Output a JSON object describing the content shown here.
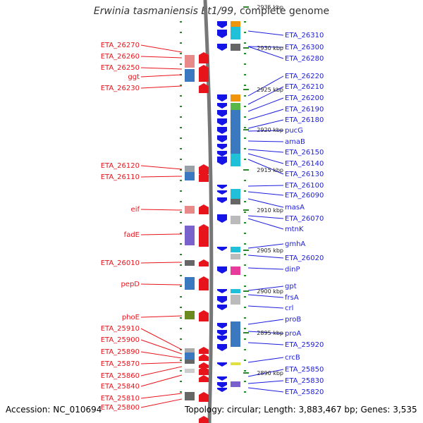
{
  "title": {
    "organism": "Erwinia tasmaniensis Et1/99",
    "suffix": ", complete genome"
  },
  "footer": {
    "accession": "Accession: NC_010694",
    "topology": "Topology: circular; Length: 3,883,467 bp; Genes: 3,535"
  },
  "scale_labels": [
    "2935 kbp",
    "2930 kbp",
    "2925 kbp",
    "2920 kbp",
    "2915 kbp",
    "2910 kbp",
    "2905 kbp",
    "2900 kbp",
    "2895 kbp",
    "2890 kbp"
  ],
  "left_genes": [
    "ETA_26270",
    "ETA_26260",
    "ETA_26250",
    "ggt",
    "ETA_26230",
    "ETA_26120",
    "ETA_26110",
    "eif",
    "fadE",
    "ETA_26010",
    "pepD",
    "phoE",
    "ETA_25910",
    "ETA_25900",
    "ETA_25890",
    "ETA_25870",
    "ETA_25860",
    "ETA_25840",
    "ETA_25810",
    "ETA_25800"
  ],
  "right_genes": [
    "ETA_26310",
    "ETA_26300",
    "ETA_26280",
    "ETA_26220",
    "ETA_26210",
    "ETA_26200",
    "ETA_26190",
    "ETA_26180",
    "pucG",
    "amaB",
    "ETA_26150",
    "ETA_26140",
    "ETA_26130",
    "ETA_26100",
    "ETA_26090",
    "masA",
    "ETA_26070",
    "mtnK",
    "gmhA",
    "ETA_26020",
    "dinP",
    "gpt",
    "frsA",
    "crl",
    "proB",
    "proA",
    "ETA_25920",
    "crcB",
    "ETA_25850",
    "ETA_25830",
    "ETA_25820"
  ],
  "colors": {
    "forward_arrow": "#e8141c",
    "reverse_arrow": "#1414e6",
    "left_label": "#e8141c",
    "right_label": "#1c1ce0",
    "backbone": "#777777",
    "ticks": "#2a8a2a"
  }
}
